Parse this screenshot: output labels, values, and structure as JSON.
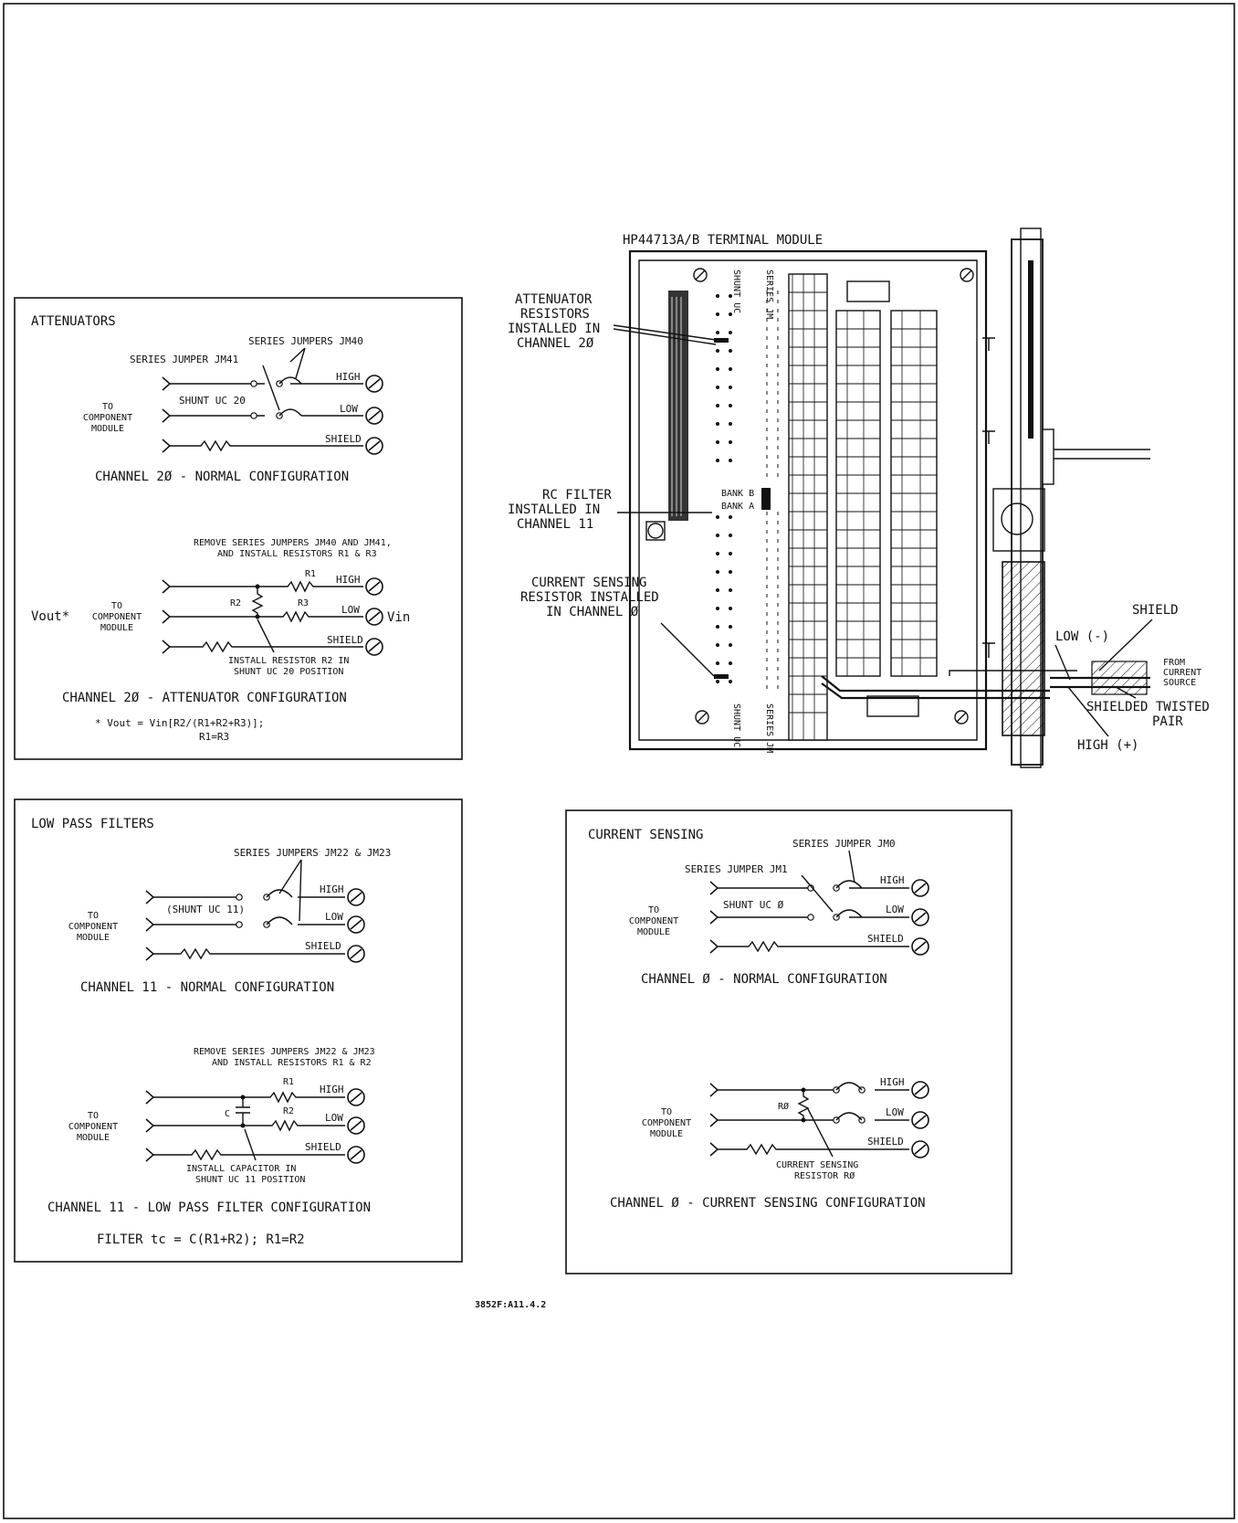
{
  "attenuators": {
    "title": "ATTENUATORS",
    "normal": {
      "series_jumpers": "SERIES JUMPERS JM40",
      "series_jumper": "SERIES JUMPER JM41",
      "shunt": "SHUNT UC 20",
      "to": "TO",
      "component": "COMPONENT",
      "module": "MODULE",
      "high": "HIGH",
      "low": "LOW",
      "shield": "SHIELD",
      "caption": "CHANNEL 2Ø - NORMAL CONFIGURATION"
    },
    "config": {
      "remove1": "REMOVE SERIES JUMPERS JM40 AND JM41,",
      "remove2": "AND INSTALL RESISTORS R1 & R3",
      "r1": "R1",
      "r2": "R2",
      "r3": "R3",
      "vout": "Vout*",
      "vin": "Vin",
      "to": "TO",
      "component": "COMPONENT",
      "module": "MODULE",
      "high": "HIGH",
      "low": "LOW",
      "shield": "SHIELD",
      "install1": "INSTALL RESISTOR R2 IN",
      "install2": "SHUNT UC 20 POSITION",
      "caption": "CHANNEL 2Ø - ATTENUATOR CONFIGURATION",
      "formula1": "* Vout = Vin[R2/(R1+R2+R3)];",
      "formula2": "R1=R3"
    }
  },
  "lowpass": {
    "title": "LOW PASS FILTERS",
    "normal": {
      "series_jumpers": "SERIES JUMPERS JM22 & JM23",
      "shunt": "(SHUNT UC 11)",
      "to": "TO",
      "component": "COMPONENT",
      "module": "MODULE",
      "high": "HIGH",
      "low": "LOW",
      "shield": "SHIELD",
      "caption": "CHANNEL 11 - NORMAL CONFIGURATION"
    },
    "config": {
      "remove1": "REMOVE SERIES JUMPERS JM22 & JM23",
      "remove2": "AND INSTALL RESISTORS R1 & R2",
      "r1": "R1",
      "r2": "R2",
      "c": "C",
      "to": "TO",
      "component": "COMPONENT",
      "module": "MODULE",
      "high": "HIGH",
      "low": "LOW",
      "shield": "SHIELD",
      "install1": "INSTALL CAPACITOR IN",
      "install2": "SHUNT UC 11 POSITION",
      "caption": "CHANNEL 11 - LOW PASS FILTER CONFIGURATION",
      "formula": "FILTER tc = C(R1+R2); R1=R2"
    }
  },
  "module": {
    "title": "HP44713A/B TERMINAL MODULE",
    "att1": "ATTENUATOR",
    "att2": "RESISTORS",
    "att3": "INSTALLED IN",
    "att4": "CHANNEL 2Ø",
    "rc1": "RC FILTER",
    "rc2": "INSTALLED IN",
    "rc3": "CHANNEL 11",
    "cs1": "CURRENT SENSING",
    "cs2": "RESISTOR INSTALLED",
    "cs3": "IN CHANNEL Ø",
    "shunt_uc": "SHUNT UC",
    "series_jm": "SERIES JM",
    "bank_b": "BANK B",
    "bank_a": "BANK A",
    "shield": "SHIELD",
    "low": "LOW (-)",
    "from1": "FROM",
    "from2": "CURRENT",
    "from3": "SOURCE",
    "twisted1": "SHIELDED TWISTED",
    "twisted2": "PAIR",
    "high": "HIGH (+)"
  },
  "current": {
    "title": "CURRENT SENSING",
    "normal": {
      "series_jumper_jm0": "SERIES JUMPER JM0",
      "series_jumper_jm1": "SERIES JUMPER JM1",
      "shunt": "SHUNT UC Ø",
      "to": "TO",
      "component": "COMPONENT",
      "module": "MODULE",
      "high": "HIGH",
      "low": "LOW",
      "shield": "SHIELD",
      "caption": "CHANNEL Ø - NORMAL CONFIGURATION"
    },
    "config": {
      "r0": "RØ",
      "to": "TO",
      "component": "COMPONENT",
      "module": "MODULE",
      "high": "HIGH",
      "low": "LOW",
      "shield": "SHIELD",
      "cs1": "CURRENT SENSING",
      "cs2": "RESISTOR RØ",
      "caption": "CHANNEL Ø - CURRENT SENSING CONFIGURATION"
    }
  },
  "figure_id": "3852F:A11.4.2"
}
